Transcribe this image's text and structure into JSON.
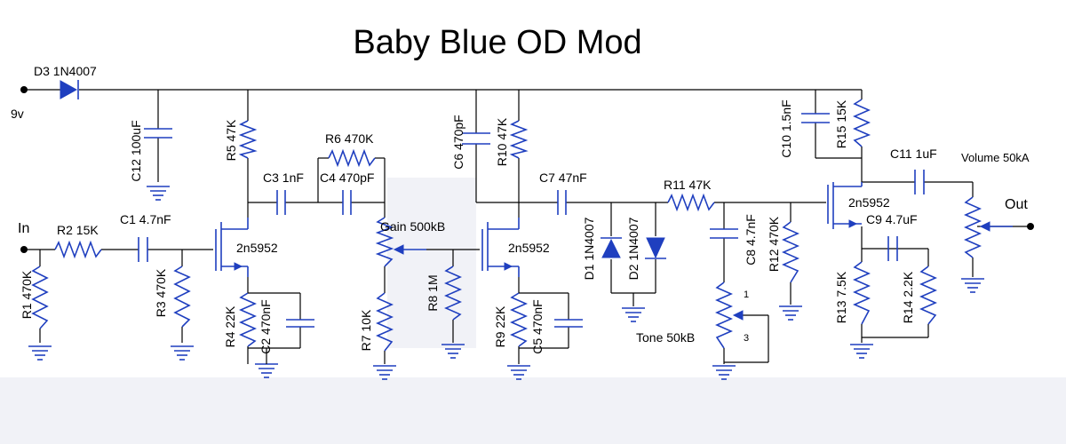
{
  "title": "Baby Blue OD Mod",
  "labels": {
    "d3": "D3 1N4007",
    "nine_v": "9v",
    "c12": "C12 100uF",
    "r5": "R5 47K",
    "r6": "R6 470K",
    "c3": "C3 1nF",
    "c4": "C4 470pF",
    "c6": "C6 470pF",
    "r10": "R10 47K",
    "c7": "C7 47nF",
    "r11": "R11 47K",
    "c10": "C10 1.5nF",
    "r15": "R15 15K",
    "c11": "C11 1uF",
    "volume": "Volume 50kA",
    "out": "Out",
    "in": "In",
    "r2": "R2 15K",
    "c1": "C1 4.7nF",
    "q1": "2n5952",
    "gain": "Gain 500kB",
    "q2": "2n5952",
    "d1": "D1 1N4007",
    "d2": "D2 1N4007",
    "c8": "C8 4.7nF",
    "r12": "R12 470K",
    "q3": "2n5952",
    "c9": "C9 4.7uF",
    "r1": "R1 470K",
    "r3": "R3 470K",
    "r4": "R4 22K",
    "c2": "C2 470nF",
    "r7": "R7 10K",
    "r8": "R8 1M",
    "r9": "R9 22K",
    "c5": "C5 470nF",
    "tone": "Tone 50kB",
    "tone_pin1": "1",
    "tone_pin3": "3",
    "r13": "R13 7.5K",
    "r14": "R14 2.2K"
  },
  "colors": {
    "component": "#1f3fbf",
    "wire": "#000000",
    "shade": "#f1f2f7"
  }
}
